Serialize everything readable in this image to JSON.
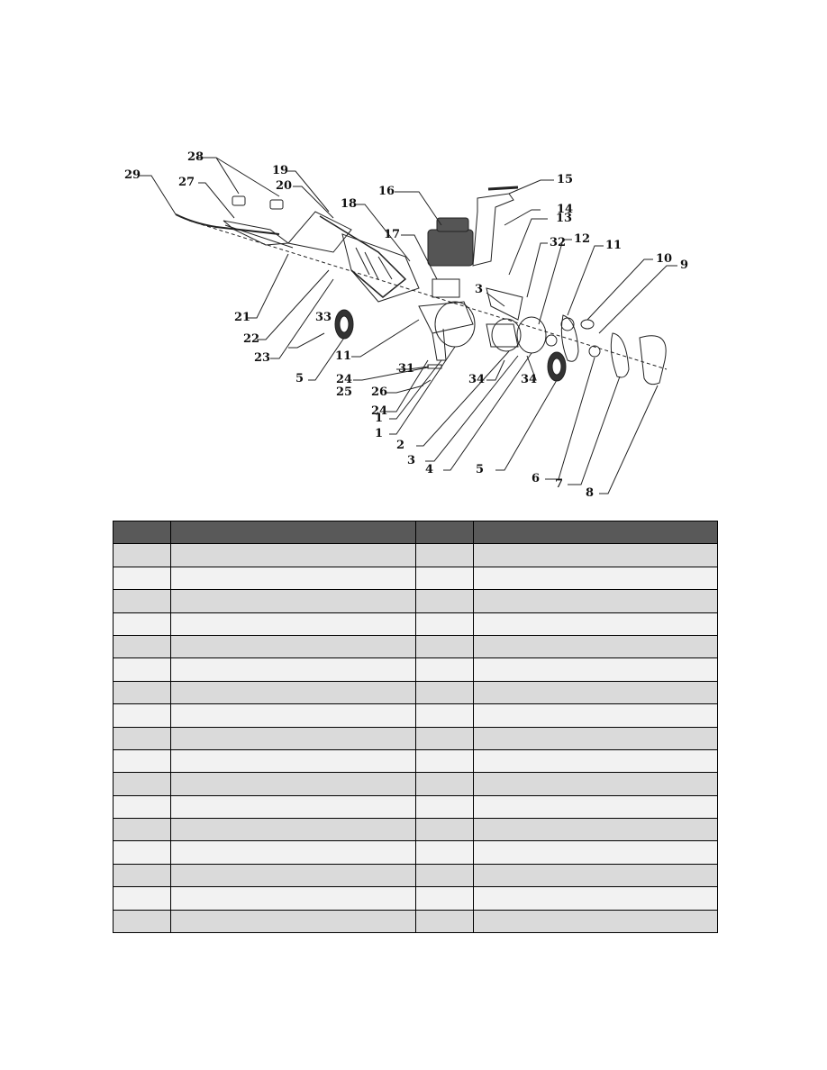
{
  "diagram": {
    "callouts": [
      "29",
      "28",
      "27",
      "19",
      "20",
      "18",
      "16",
      "17",
      "15",
      "14",
      "13",
      "32",
      "12",
      "11",
      "10",
      "9",
      "3",
      "33",
      "21",
      "22",
      "23",
      "11",
      "24",
      "5",
      "25",
      "31",
      "26",
      "24",
      "1",
      "1",
      "2",
      "34",
      "34",
      "3",
      "4",
      "5",
      "6",
      "7",
      "8"
    ]
  },
  "parts_table": {
    "header": [
      "",
      "",
      "",
      ""
    ],
    "rows": [
      [
        "",
        "",
        "",
        ""
      ],
      [
        "",
        "",
        "",
        ""
      ],
      [
        "",
        "",
        "",
        ""
      ],
      [
        "",
        "",
        "",
        ""
      ],
      [
        "",
        "",
        "",
        ""
      ],
      [
        "",
        "",
        "",
        ""
      ],
      [
        "",
        "",
        "",
        ""
      ],
      [
        "",
        "",
        "",
        ""
      ],
      [
        "",
        "",
        "",
        ""
      ],
      [
        "",
        "",
        "",
        ""
      ],
      [
        "",
        "",
        "",
        ""
      ],
      [
        "",
        "",
        "",
        ""
      ],
      [
        "",
        "",
        "",
        ""
      ],
      [
        "",
        "",
        "",
        ""
      ],
      [
        "",
        "",
        "",
        ""
      ],
      [
        "",
        "",
        "",
        ""
      ],
      [
        "",
        "",
        "",
        ""
      ]
    ]
  }
}
